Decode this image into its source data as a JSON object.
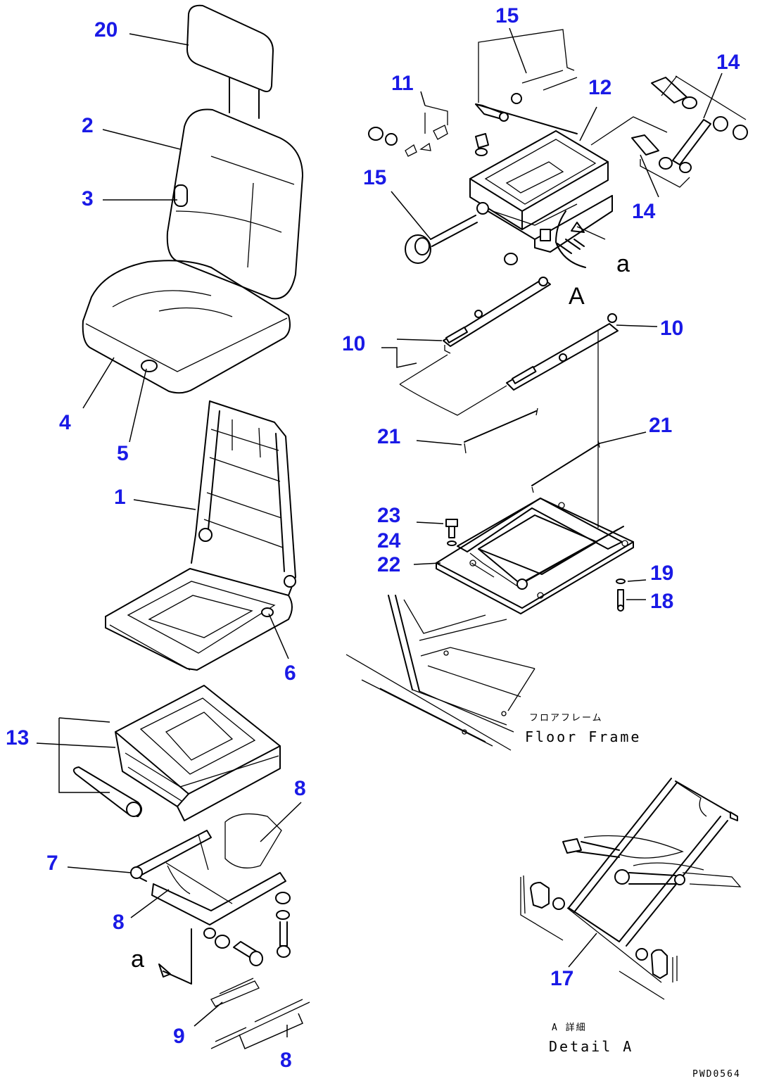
{
  "callouts": [
    "20",
    "2",
    "3",
    "4",
    "5",
    "1",
    "6",
    "13",
    "8",
    "7",
    "8",
    "9",
    "8",
    "15",
    "11",
    "12",
    "14",
    "15",
    "14",
    "10",
    "10",
    "21",
    "21",
    "23",
    "24",
    "22",
    "19",
    "18",
    "17"
  ],
  "view_letters": {
    "a_top": "a",
    "a_bottom": "a",
    "A": "A"
  },
  "floor_frame": {
    "jp": "フロアフレーム",
    "en": "Floor Frame"
  },
  "detail_a": {
    "jp": "A 詳細",
    "en": "Detail A"
  },
  "drawing_code": "PWD0564"
}
